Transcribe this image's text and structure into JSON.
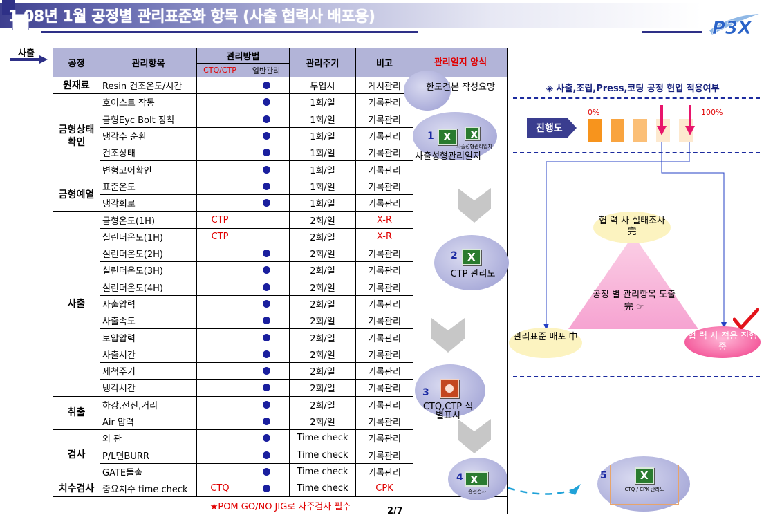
{
  "header": {
    "page_number": "1",
    "title": "08년 1월 공정별 관리표준화 항목 (사출 협력사 배포용)",
    "logo_text": "P3X"
  },
  "process_tag": "사출",
  "table": {
    "headers": {
      "process": "공정",
      "item": "관리항목",
      "method": "관리방법",
      "method_ctq": "CTQ/CTP",
      "method_general": "일반관리",
      "cycle": "관리주기",
      "remark": "비고",
      "journal": "관리일지 양식"
    },
    "groups": [
      {
        "name": "원재료",
        "rows": [
          {
            "item": "Resin 건조온도/시간",
            "ctq": "",
            "general": true,
            "cycle": "투입시",
            "remark": "게시관리",
            "journal": "한도견본 작성요망",
            "red": false
          }
        ]
      },
      {
        "name": "금형상태 확인",
        "rows": [
          {
            "item": "호이스트 작동",
            "ctq": "",
            "general": true,
            "cycle": "1회/일",
            "remark": "기록관리",
            "red": false
          },
          {
            "item": "금형Eyc Bolt 장착",
            "ctq": "",
            "general": true,
            "cycle": "1회/일",
            "remark": "기록관리",
            "red": false
          },
          {
            "item": "냉각수 순환",
            "ctq": "",
            "general": true,
            "cycle": "1회/일",
            "remark": "기록관리",
            "red": false
          },
          {
            "item": "건조상태",
            "ctq": "",
            "general": true,
            "cycle": "1회/일",
            "remark": "기록관리",
            "red": false
          },
          {
            "item": "변형코어확인",
            "ctq": "",
            "general": true,
            "cycle": "1회/일",
            "remark": "기록관리",
            "red": false
          }
        ]
      },
      {
        "name": "금형예열",
        "rows": [
          {
            "item": "표준온도",
            "ctq": "",
            "general": true,
            "cycle": "1회/일",
            "remark": "기록관리",
            "red": false
          },
          {
            "item": "냉각회로",
            "ctq": "",
            "general": true,
            "cycle": "1회/일",
            "remark": "기록관리",
            "red": false
          }
        ]
      },
      {
        "name": "사출",
        "rows": [
          {
            "item": "금형온도(1H)",
            "ctq": "CTP",
            "general": false,
            "cycle": "2회/일",
            "remark": "X-R",
            "red": true
          },
          {
            "item": "실린더온도(1H)",
            "ctq": "CTP",
            "general": false,
            "cycle": "2회/일",
            "remark": "X-R",
            "red": true
          },
          {
            "item": "실린더온도(2H)",
            "ctq": "",
            "general": true,
            "cycle": "2회/일",
            "remark": "기록관리",
            "red": false
          },
          {
            "item": "실린더온도(3H)",
            "ctq": "",
            "general": true,
            "cycle": "2회/일",
            "remark": "기록관리",
            "red": false
          },
          {
            "item": "실린더온도(4H)",
            "ctq": "",
            "general": true,
            "cycle": "2회/일",
            "remark": "기록관리",
            "red": false
          },
          {
            "item": "사출압력",
            "ctq": "",
            "general": true,
            "cycle": "2회/일",
            "remark": "기록관리",
            "red": false
          },
          {
            "item": "사출속도",
            "ctq": "",
            "general": true,
            "cycle": "2회/일",
            "remark": "기록관리",
            "red": false
          },
          {
            "item": "보압압력",
            "ctq": "",
            "general": true,
            "cycle": "2회/일",
            "remark": "기록관리",
            "red": false
          },
          {
            "item": "사출시간",
            "ctq": "",
            "general": true,
            "cycle": "2회/일",
            "remark": "기록관리",
            "red": false
          },
          {
            "item": "세척주기",
            "ctq": "",
            "general": true,
            "cycle": "2회/일",
            "remark": "기록관리",
            "red": false
          },
          {
            "item": "냉각시간",
            "ctq": "",
            "general": true,
            "cycle": "2회/일",
            "remark": "기록관리",
            "red": false
          }
        ]
      },
      {
        "name": "취출",
        "rows": [
          {
            "item": "하강,전진,거리",
            "ctq": "",
            "general": true,
            "cycle": "2회/일",
            "remark": "기록관리",
            "red": false
          },
          {
            "item": "Air 압력",
            "ctq": "",
            "general": true,
            "cycle": "2회/일",
            "remark": "기록관리",
            "red": false
          }
        ]
      },
      {
        "name": "검사",
        "rows": [
          {
            "item": "외  관",
            "ctq": "",
            "general": true,
            "cycle": "Time check",
            "remark": "기록관리",
            "red": false
          },
          {
            "item": "P/L면BURR",
            "ctq": "",
            "general": true,
            "cycle": "Time check",
            "remark": "기록관리",
            "red": false
          },
          {
            "item": "GATE돌출",
            "ctq": "",
            "general": true,
            "cycle": "Time check",
            "remark": "기록관리",
            "red": false
          }
        ]
      },
      {
        "name": "치수검사",
        "rows": [
          {
            "item": "중요치수 time check",
            "ctq": "CTQ",
            "general": true,
            "cycle": "Time check",
            "remark": "CPK",
            "red": false,
            "remark_red": true
          }
        ]
      }
    ],
    "footer": "★POM GO/NO JIG로 자주검사 필수"
  },
  "journal_forms": [
    {
      "num": "1",
      "caption": "사출성형관리일지",
      "small": "사출성형관리일지"
    },
    {
      "num": "2",
      "caption": "CTP 관리도"
    },
    {
      "num": "3",
      "caption": "CTQ,CTP 식별표시"
    },
    {
      "num": "4",
      "small": "중점검사"
    },
    {
      "num": "5",
      "small": "CTQ / CPK 관리도"
    }
  ],
  "page_footer": "2/7",
  "right_panel": {
    "title": "◈ 사출,조립,Press,코팅 공정 현업 적용여부",
    "progress_label": "진행도",
    "pct_start": "0%",
    "pct_end": "100%",
    "progress_level": 0.6,
    "top_node": "협 력 사 실태조사 完",
    "center_node": "공정 별 관리항목 도출 完 ☞",
    "left_node": "관리표준 배포 中",
    "right_node": "협 력 사 적용 진행 중"
  },
  "colors": {
    "header_navy": "#2e3087",
    "table_header": "#b2b4d8",
    "accent_red": "#e00000",
    "dot_blue": "#1a1f9e",
    "bar_orange": "#f7941d",
    "triangle_pink": "#f6a3d1"
  }
}
